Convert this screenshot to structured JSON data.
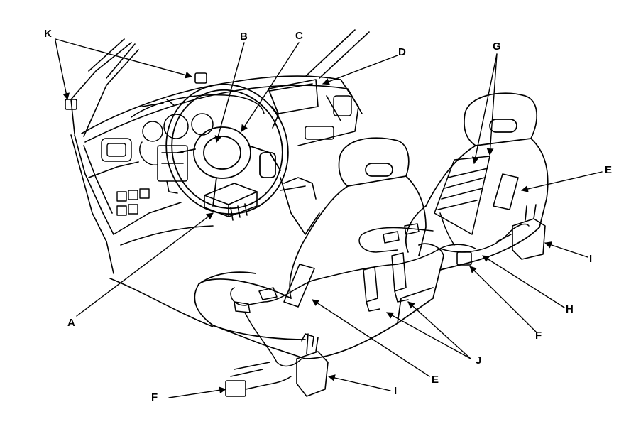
{
  "labels": {
    "A": "A",
    "B": "B",
    "C": "C",
    "D": "D",
    "E1": "E",
    "E2": "E",
    "F1": "F",
    "F2": "F",
    "G": "G",
    "H": "H",
    "I1": "I",
    "I2": "I",
    "J": "J",
    "K": "K"
  },
  "colors": {
    "line": "#000000",
    "background": "#ffffff"
  }
}
